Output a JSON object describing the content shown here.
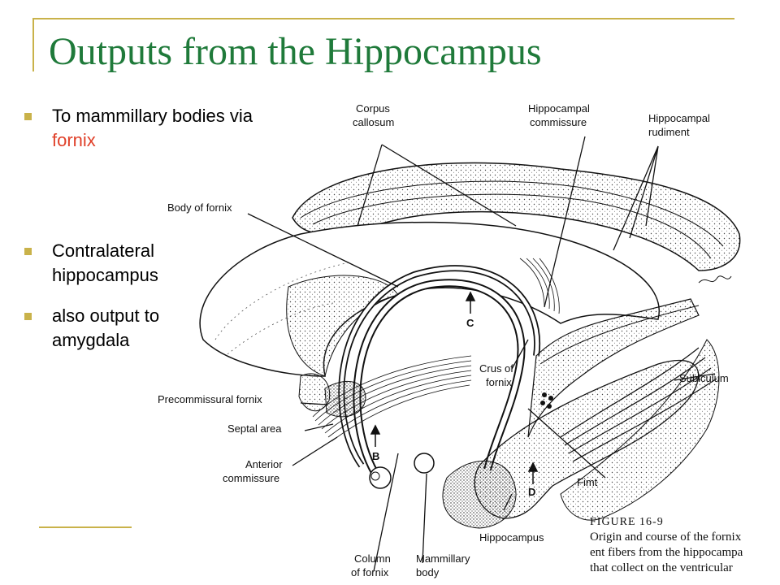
{
  "title": "Outputs from the Hippocampus",
  "bullets": [
    {
      "text": "To mammillary bodies via ",
      "accent": "fornix"
    },
    {
      "text": "Contralateral hippocampus",
      "accent": ""
    },
    {
      "text": "also output to amygdala",
      "accent": ""
    }
  ],
  "figure": {
    "labels": {
      "corpus_callosum_1": "Corpus",
      "corpus_callosum_2": "callosum",
      "hippocampal_commissure_1": "Hippocampal",
      "hippocampal_commissure_2": "commissure",
      "hippocampal_rudiment_1": "Hippocampal",
      "hippocampal_rudiment_2": "rudiment",
      "body_of_fornix": "Body of fornix",
      "c_marker": "C",
      "crus_1": "Crus of",
      "crus_2": "fornix",
      "subiculum": "Subiculum",
      "precommissural": "Precommissural fornix",
      "septal": "Septal area",
      "b_marker": "B",
      "anterior_1": "Anterior",
      "anterior_2": "commissure",
      "fimt": "Fimt",
      "d_marker": "D",
      "hippocampus": "Hippocampus",
      "column_1": "Column",
      "column_2": "of fornix",
      "mammillary_1": "Mammillary",
      "mammillary_2": "body"
    },
    "caption_title": "FIGURE 16-9",
    "caption_lines": [
      "Origin and course of the fornix",
      "ent fibers from the hippocampa",
      "that collect on the ventricular"
    ]
  },
  "colors": {
    "title": "#1f7a3a",
    "accent": "#e0412a",
    "frame": "#c9b24a"
  }
}
